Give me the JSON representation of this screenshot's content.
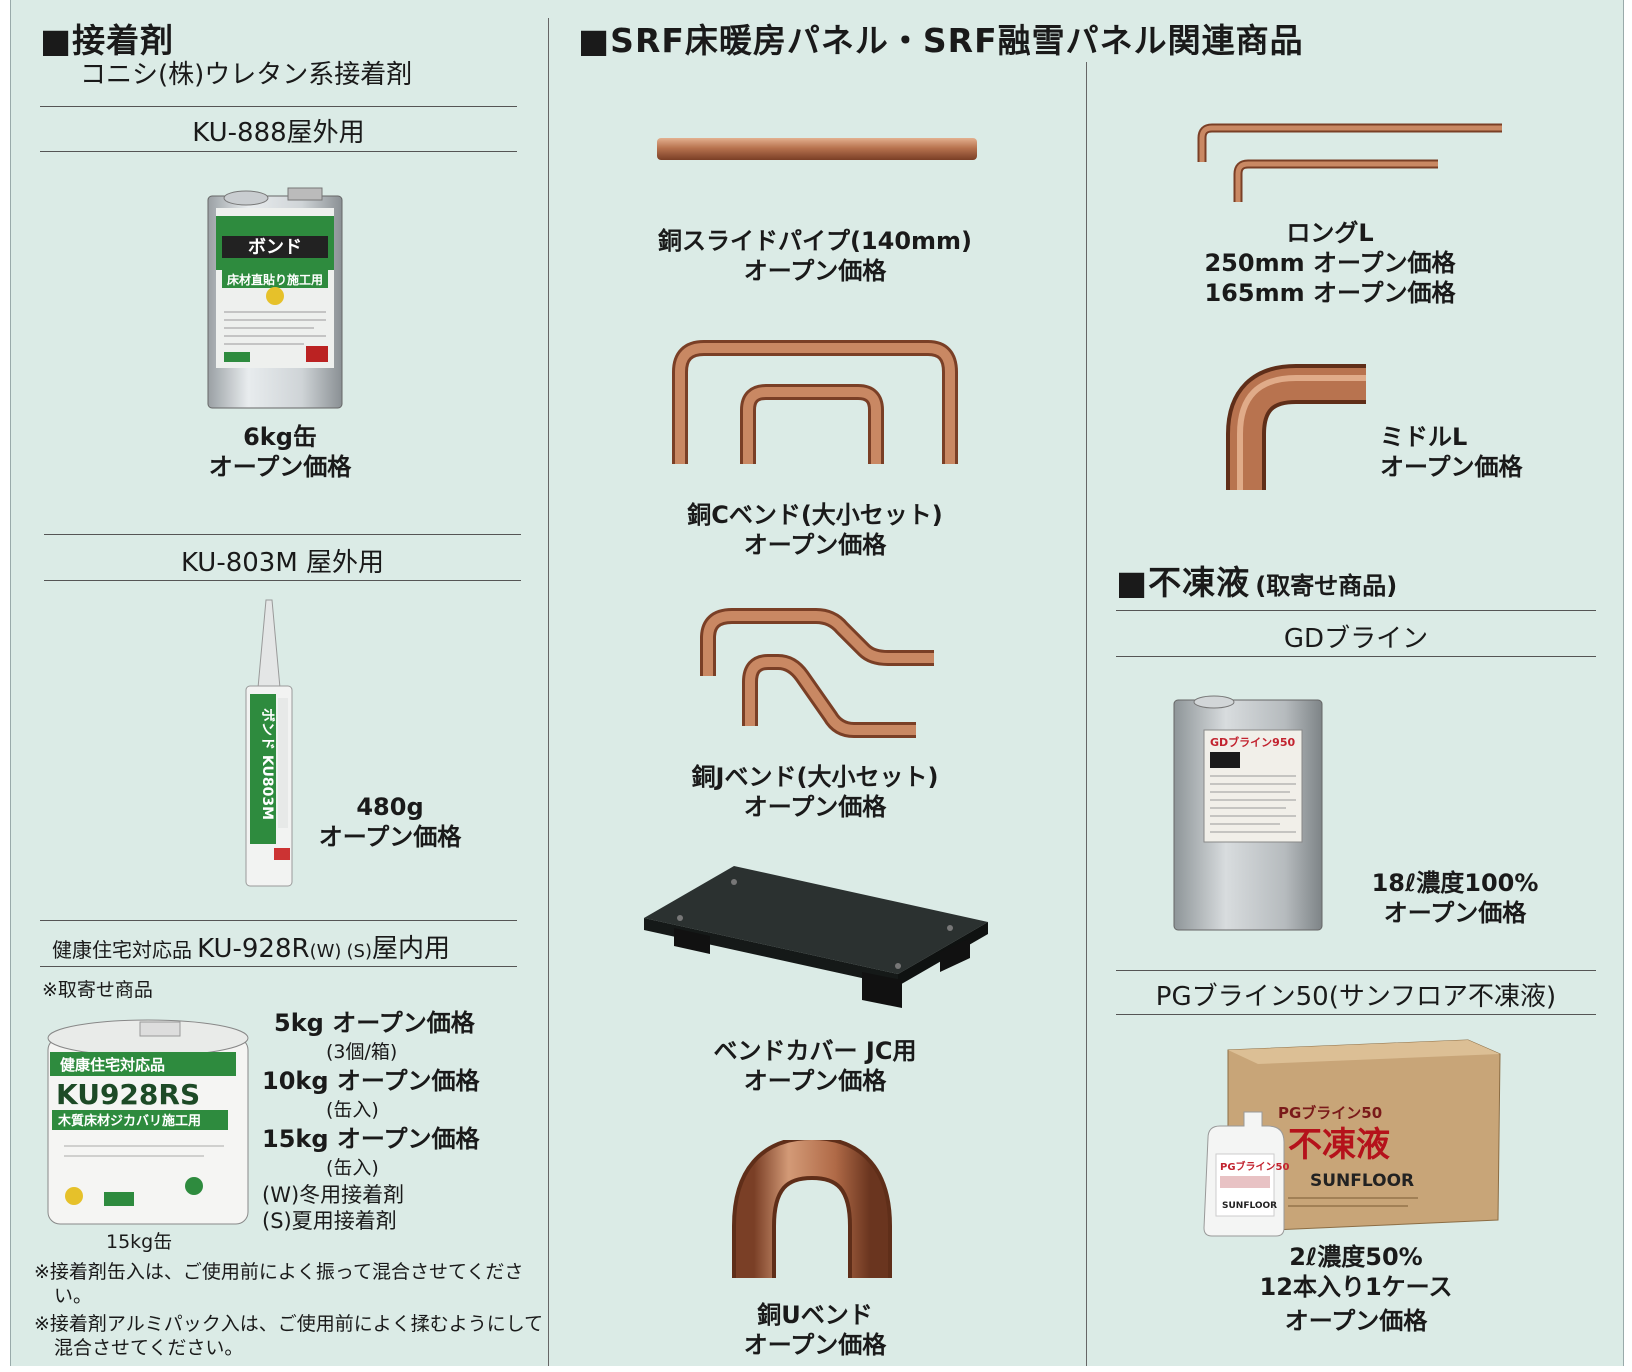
{
  "adhesive": {
    "heading": "■接着剤",
    "maker": "コニシ(株)ウレタン系接着剤",
    "ku888": {
      "title": "KU-888屋外用",
      "size": "6kg缶",
      "price": "オープン価格",
      "label_brand": "ボンド",
      "label_line": "床材直貼り施工用"
    },
    "ku803": {
      "title": "KU-803M 屋外用",
      "size": "480g",
      "price": "オープン価格",
      "tube_text": "ボンド KU803M"
    },
    "ku928": {
      "title_prefix": "健康住宅対応品",
      "title_model": "KU-928R",
      "title_w": "(W)",
      "title_s": "(S)",
      "title_suffix": "屋内用",
      "order_note": "※取寄せ商品",
      "bucket_caption": "15kg缶",
      "bucket_model": "KU928RS",
      "bucket_line": "木質床材ジカバリ施工用",
      "prices": [
        {
          "size": "5kg",
          "price": "オープン価格",
          "pack": "(3個/箱)"
        },
        {
          "size": "10kg",
          "price": "オープン価格",
          "pack": "(缶入)"
        },
        {
          "size": "15kg",
          "price": "オープン価格",
          "pack": "(缶入)"
        }
      ],
      "winter": "(W)冬用接着剤",
      "summer": "(S)夏用接着剤"
    },
    "notes": [
      "※接着剤缶入は、ご使用前によく振って混合させてください。",
      "※接着剤アルミパック入は、ご使用前によく揉むようにして混合させてください。"
    ]
  },
  "srf": {
    "heading": "■SRF床暖房パネル・SRF融雪パネル関連商品",
    "items": [
      {
        "name": "銅スライドパイプ(140mm)",
        "price": "オープン価格"
      },
      {
        "name": "銅Cベンド(大小セット)",
        "price": "オープン価格"
      },
      {
        "name": "銅Jベンド(大小セット)",
        "price": "オープン価格"
      },
      {
        "name": "ベンドカバー JC用",
        "price": "オープン価格"
      },
      {
        "name": "銅Uベンド",
        "price": "オープン価格"
      }
    ],
    "long_l": {
      "name": "ロングL",
      "line1": "250mm オープン価格",
      "line2": "165mm オープン価格"
    },
    "middle_l": {
      "name": "ミドルL",
      "price": "オープン価格"
    }
  },
  "antifreeze": {
    "heading": "■不凍液",
    "heading_note": "(取寄せ商品)",
    "gd": {
      "title": "GDブライン",
      "spec": "18ℓ濃度100%",
      "price": "オープン価格",
      "can_label": "GDブライン950"
    },
    "pg": {
      "title": "PGブライン50(サンフロア不凍液)",
      "spec": "2ℓ濃度50%",
      "case": "12本入り1ケース",
      "price": "オープン価格",
      "box_label": "PGブライン50",
      "box_big": "不凍液",
      "box_brand": "SUNFLOOR"
    }
  },
  "colors": {
    "panel_bg": "#dbebe6",
    "copper": "#b8734f",
    "copper_dark": "#7a3f26"
  }
}
